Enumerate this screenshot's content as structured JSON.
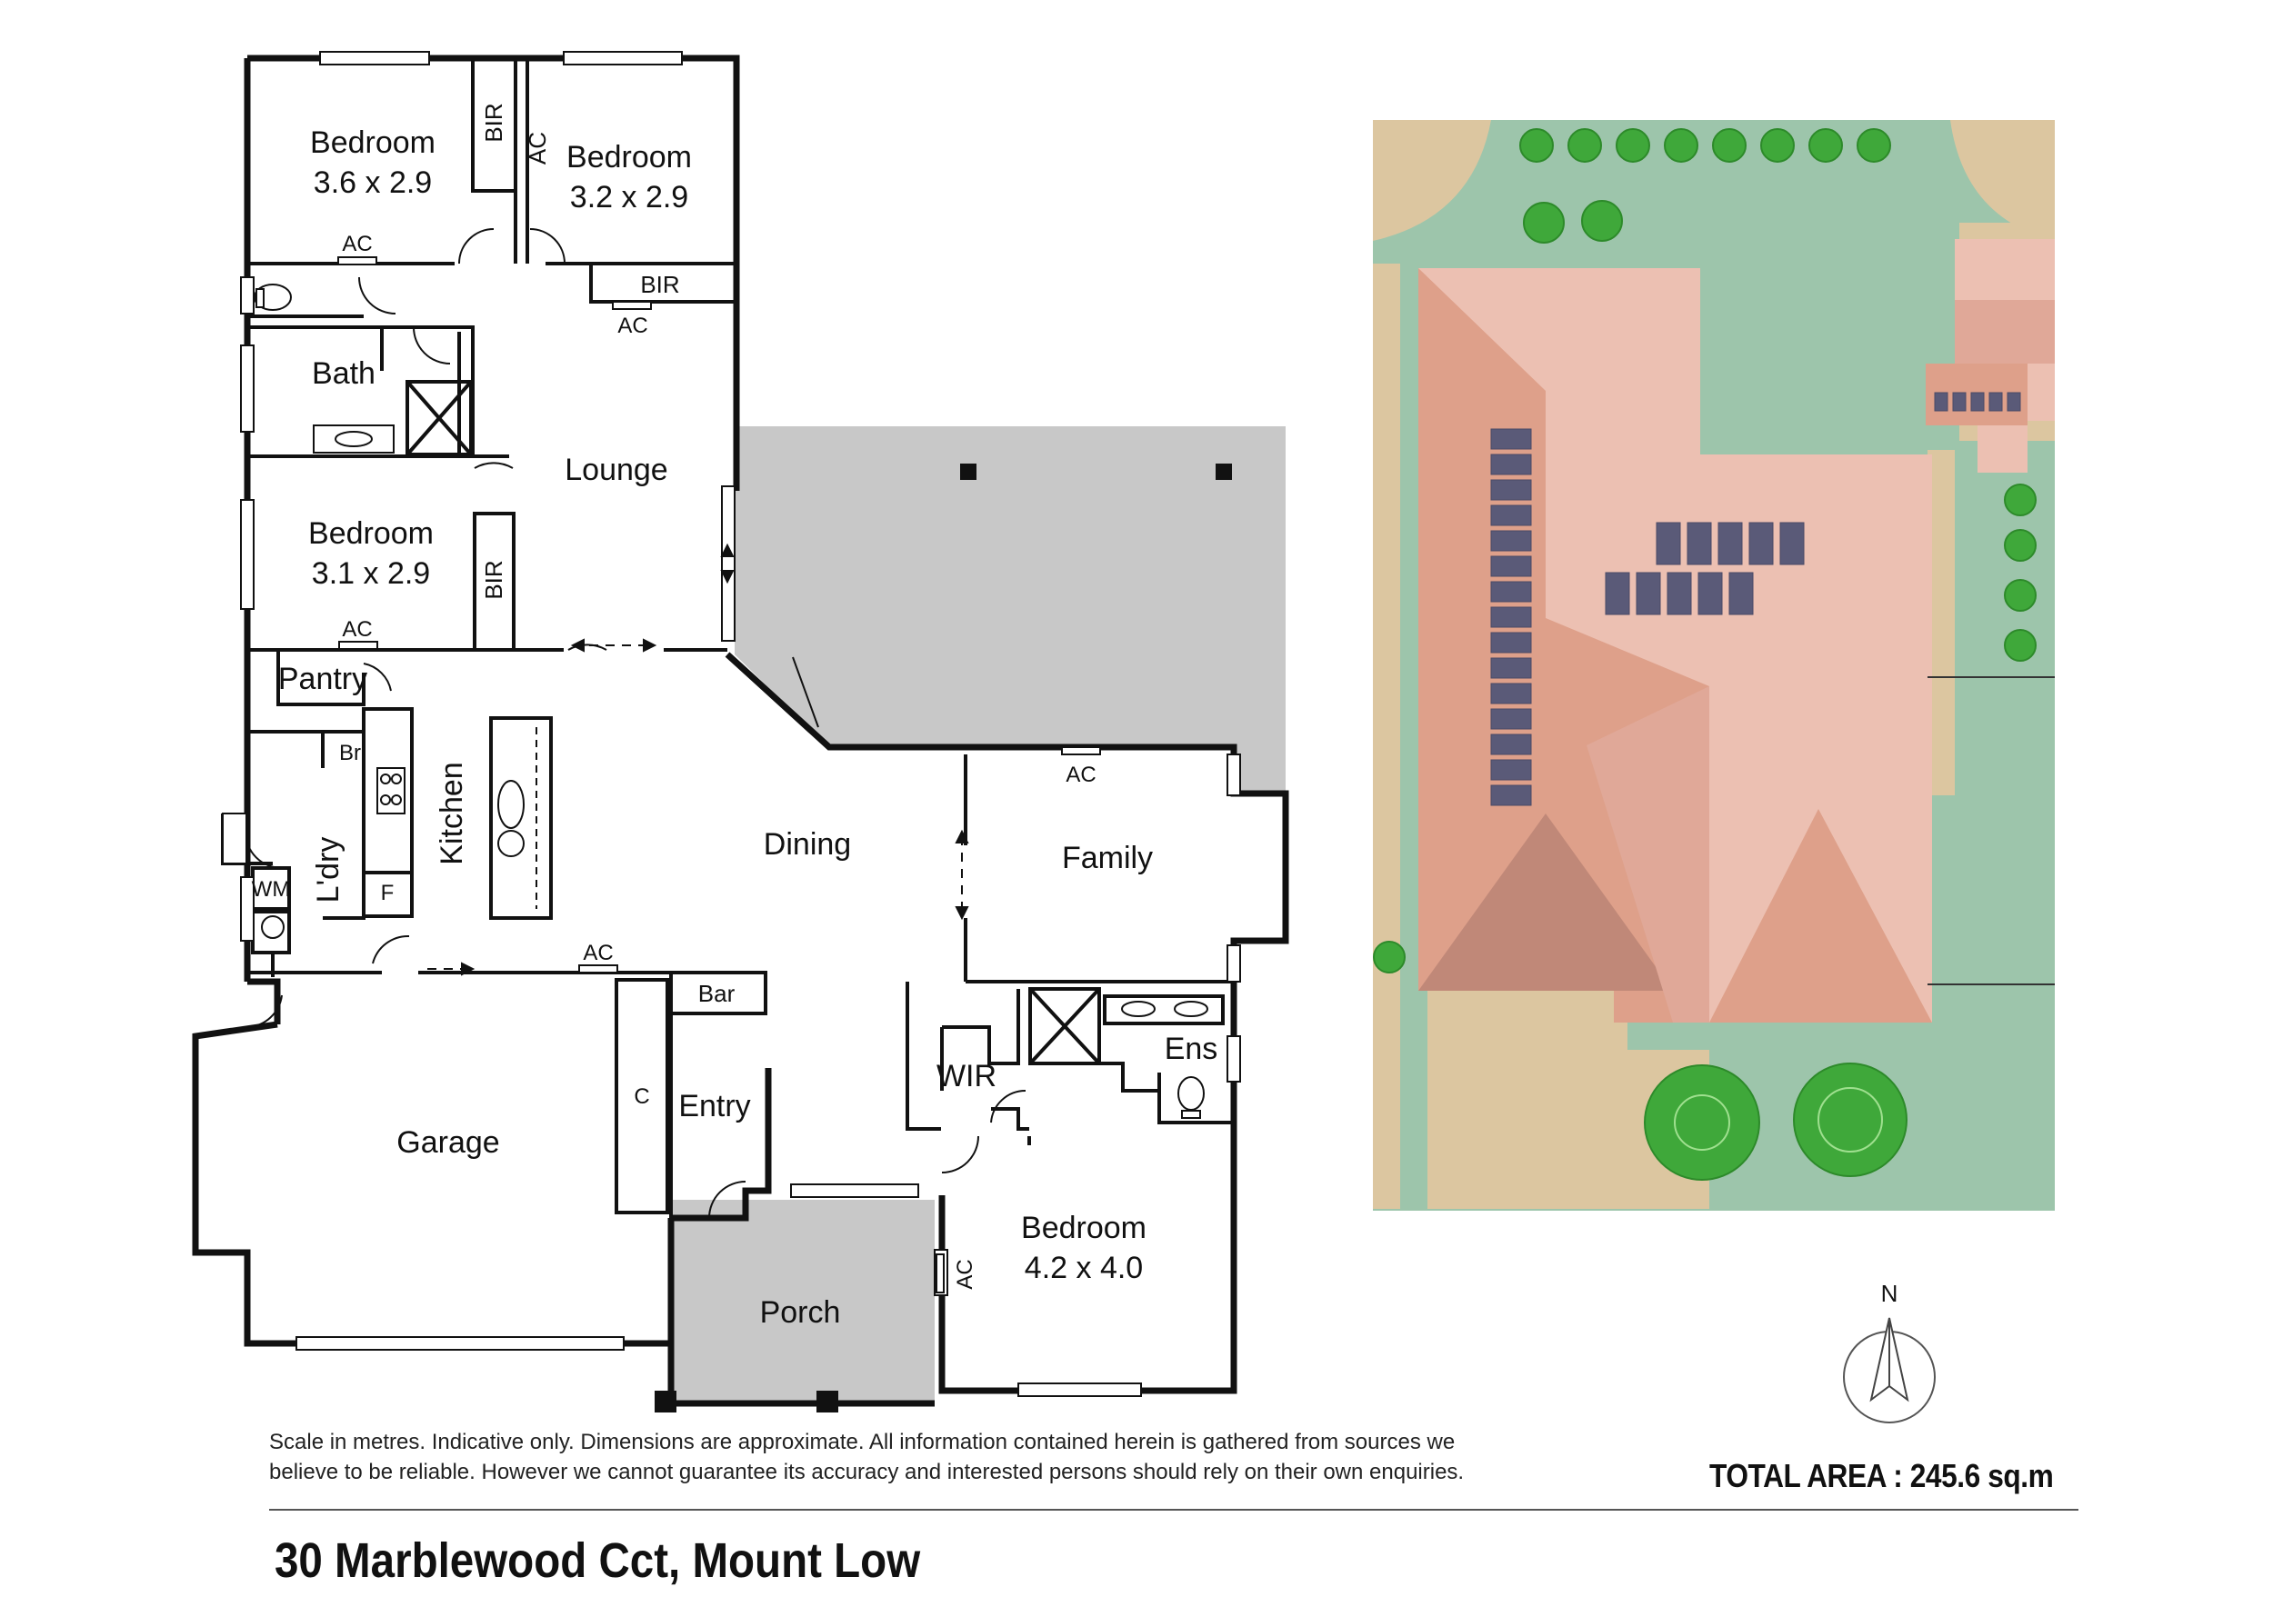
{
  "property": {
    "address": "30 Marblewood Cct, Mount Low",
    "total_area_label": "TOTAL AREA :",
    "total_area_value": "245.6",
    "total_area_unit": "sq.m",
    "disclaimer_line1": "Scale in metres. Indicative only. Dimensions are approximate. All information contained herein is gathered from sources we",
    "disclaimer_line2": "believe to be reliable. However we cannot guarantee its accuracy and interested persons should rely on their own enquiries."
  },
  "rooms": {
    "bedroom1_name": "Bedroom",
    "bedroom1_dims": "3.6 x 2.9",
    "bedroom2_name": "Bedroom",
    "bedroom2_dims": "3.2 x 2.9",
    "bedroom3_name": "Bedroom",
    "bedroom3_dims": "3.1 x 2.9",
    "bedroom4_name": "Bedroom",
    "bedroom4_dims": "4.2 x 4.0",
    "bath": "Bath",
    "lounge": "Lounge",
    "pantry": "Pantry",
    "kitchen": "Kitchen",
    "laundry": "L'dry",
    "dining": "Dining",
    "family": "Family",
    "garage": "Garage",
    "entry": "Entry",
    "porch": "Porch",
    "ensuite": "Ens",
    "wir": "WIR",
    "bar": "Bar"
  },
  "fixtures": {
    "bir": "BIR",
    "ac": "AC",
    "br": "Br",
    "wm": "WM",
    "fridge": "F",
    "cupboard": "C"
  },
  "compass": {
    "north_label": "N"
  },
  "colors": {
    "wall": "#111111",
    "outdoor_area": "#c8c8c8",
    "lawn": "#9dc5ab",
    "sand": "#dcc6a0",
    "roof_light": "#ecc0b2",
    "roof_mid": "#dea08a",
    "roof_dark": "#c08878",
    "solar_panel": "#5a5a78",
    "shrub": "#3fa83a"
  }
}
